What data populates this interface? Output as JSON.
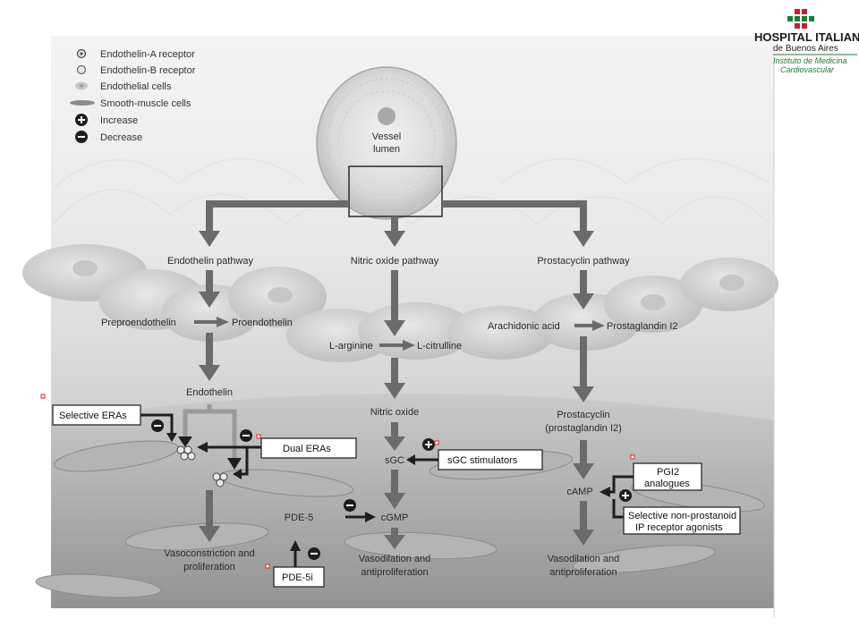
{
  "logo": {
    "title": "HOSPITAL ITALIANO",
    "subtitle": "de Buenos Aires",
    "institute_line1": "Instituto de Medicina",
    "institute_line2": "Cardiovascular",
    "brand_color": "#1f7a36",
    "cross_color": "#c8202f"
  },
  "legend": [
    {
      "icon": "endothelin-a-receptor-icon",
      "label": "Endothelin-A receptor"
    },
    {
      "icon": "endothelin-b-receptor-icon",
      "label": "Endothelin-B receptor"
    },
    {
      "icon": "endothelial-cells-icon",
      "label": "Endothelial cells"
    },
    {
      "icon": "smooth-muscle-cells-icon",
      "label": "Smooth-muscle cells"
    },
    {
      "icon": "plus-circle-icon",
      "label": "Increase"
    },
    {
      "icon": "minus-circle-icon",
      "label": "Decrease"
    }
  ],
  "vessel": {
    "line1": "Vessel",
    "line2": "lumen"
  },
  "pathways": {
    "endothelin": {
      "title": "Endothelin pathway",
      "preproendothelin": "Preproendothelin",
      "proendothelin": "Proendothelin",
      "endothelin": "Endothelin",
      "outcome_line1": "Vasoconstriction and",
      "outcome_line2": "proliferation",
      "pde5": "PDE-5"
    },
    "nitric_oxide": {
      "title": "Nitric oxide pathway",
      "l_arginine": "L-arginine",
      "l_citrulline": "L-citrulline",
      "nitric_oxide": "Nitric oxide",
      "sgc": "sGC",
      "cgmp": "cGMP",
      "outcome_line1": "Vasodilation and",
      "outcome_line2": "antiproliferation"
    },
    "prostacyclin": {
      "title": "Prostacyclin pathway",
      "arachidonic_acid": "Arachidonic acid",
      "prostaglandin": "Prostaglandin I2",
      "prostacyclin_line1": "Prostacyclin",
      "prostacyclin_line2": "(prostaglandin I2)",
      "camp": "cAMP",
      "outcome_line1": "Vasodilation and",
      "outcome_line2": "antiproliferation"
    }
  },
  "drugs": {
    "selective_eras": "Selective ERAs",
    "dual_eras": "Dual ERAs",
    "sgc_stimulators": "sGC stimulators",
    "pgi2_line1": "PGI2",
    "pgi2_line2": "analogues",
    "ip_agonists_line1": "Selective non-prostanoid",
    "ip_agonists_line2": "IP receptor agonists",
    "pde5i": "PDE-5i"
  }
}
